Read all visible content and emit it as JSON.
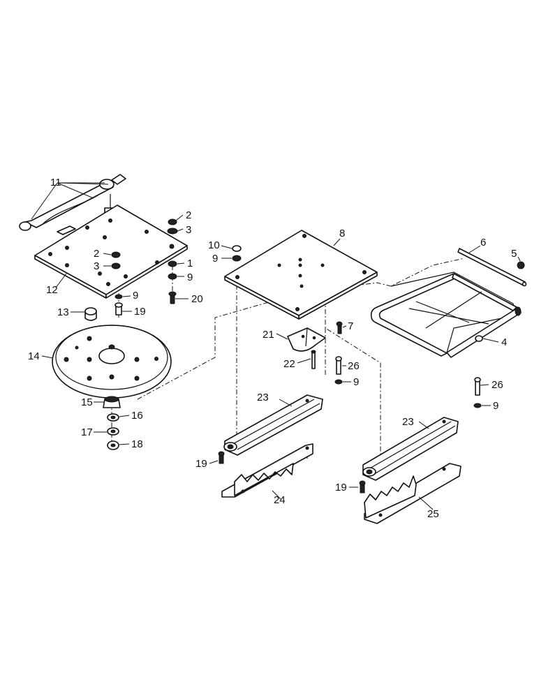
{
  "callouts": [
    {
      "id": "c11",
      "text": "11"
    },
    {
      "id": "c2a",
      "text": "2"
    },
    {
      "id": "c3a",
      "text": "3"
    },
    {
      "id": "c1",
      "text": "1"
    },
    {
      "id": "c9a",
      "text": "9"
    },
    {
      "id": "c20",
      "text": "20"
    },
    {
      "id": "c2b",
      "text": "2"
    },
    {
      "id": "c3b",
      "text": "3"
    },
    {
      "id": "c12",
      "text": "12"
    },
    {
      "id": "c9b",
      "text": "9"
    },
    {
      "id": "c19a",
      "text": "19"
    },
    {
      "id": "c13",
      "text": "13"
    },
    {
      "id": "c14",
      "text": "14"
    },
    {
      "id": "c15",
      "text": "15"
    },
    {
      "id": "c16",
      "text": "16"
    },
    {
      "id": "c17",
      "text": "17"
    },
    {
      "id": "c18",
      "text": "18"
    },
    {
      "id": "c10",
      "text": "10"
    },
    {
      "id": "c9c",
      "text": "9"
    },
    {
      "id": "c8",
      "text": "8"
    },
    {
      "id": "c6",
      "text": "6"
    },
    {
      "id": "c5",
      "text": "5"
    },
    {
      "id": "c4",
      "text": "4"
    },
    {
      "id": "c7",
      "text": "7"
    },
    {
      "id": "c21",
      "text": "21"
    },
    {
      "id": "c22",
      "text": "22"
    },
    {
      "id": "c26a",
      "text": "26"
    },
    {
      "id": "c9d",
      "text": "9"
    },
    {
      "id": "c23a",
      "text": "23"
    },
    {
      "id": "c19b",
      "text": "19"
    },
    {
      "id": "c24",
      "text": "24"
    },
    {
      "id": "c26b",
      "text": "26"
    },
    {
      "id": "c9e",
      "text": "9"
    },
    {
      "id": "c23b",
      "text": "23"
    },
    {
      "id": "c19c",
      "text": "19"
    },
    {
      "id": "c25",
      "text": "25"
    }
  ]
}
